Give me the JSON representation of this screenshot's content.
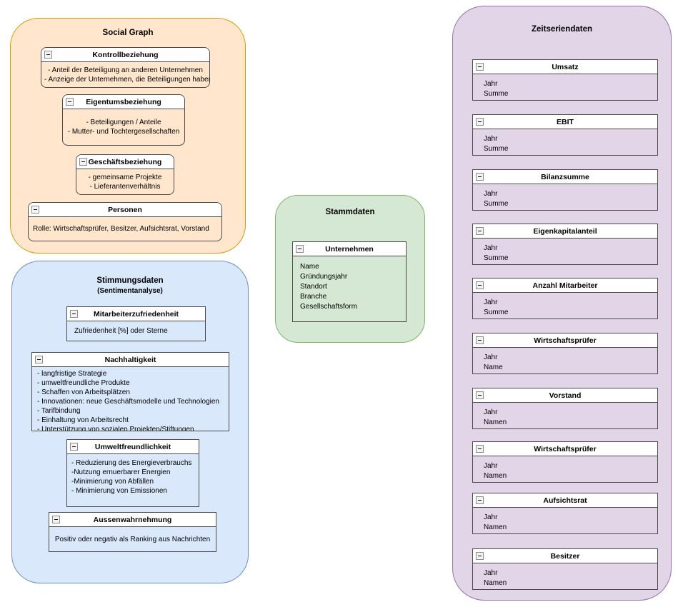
{
  "colors": {
    "social_graph_fill": "#ffe6cc",
    "social_graph_stroke": "#d79b00",
    "stimmungsdaten_fill": "#dae8fc",
    "stimmungsdaten_stroke": "#6c8ebf",
    "stammdaten_fill": "#d5e8d4",
    "stammdaten_stroke": "#82b366",
    "zeitseriendaten_fill": "#e1d5e7",
    "zeitseriendaten_stroke": "#9673a6",
    "entity_title_bg": "#ffffff",
    "entity_stroke": "#4a4a4a"
  },
  "icons": {
    "collapse": "minus-square"
  },
  "containers": {
    "social_graph": {
      "title": "Social Graph",
      "entities": {
        "kontrollbeziehung": {
          "title": "Kontrollbeziehung",
          "lines": [
            "- Anteil der Beteiligung an anderen Unternehmen",
            "- Anzeige der Unternehmen, die Beteiligungen haben"
          ]
        },
        "eigentumsbeziehung": {
          "title": "Eigentumsbeziehung",
          "lines": [
            "- Beteiligungen / Anteile",
            "- Mutter- und Tochtergesellschaften"
          ]
        },
        "geschaeftsbeziehung": {
          "title": "Geschäftsbeziehung",
          "lines": [
            "- gemeinsame Projekte",
            "- Lieferantenverhältnis"
          ]
        },
        "personen": {
          "title": "Personen",
          "lines": [
            "Rolle: Wirtschaftsprüfer, Besitzer, Aufsichtsrat, Vorstand"
          ]
        }
      }
    },
    "stimmungsdaten": {
      "title": "Stimmungsdaten",
      "subtitle": "(Sentimentanalyse)",
      "entities": {
        "mitarbeiterzufriedenheit": {
          "title": "Mitarbeiterzufriedenheit",
          "lines": [
            "Zufriedenheit [%] oder Sterne"
          ]
        },
        "nachhaltigkeit": {
          "title": "Nachhaltigkeit",
          "lines": [
            "- langfristige Strategie",
            "- umweltfreundliche Produkte",
            "- Schaffen von Arbeitsplätzen",
            "- Innovationen: neue Geschäftsmodelle und Technologien",
            "- Tarifbindung",
            "- Einhaltung von Arbeitsrecht",
            "- Unterstützung von sozialen Projekten/Stiftungen"
          ]
        },
        "umweltfreundlichkeit": {
          "title": "Umweltfreundlichkeit",
          "lines": [
            "- Reduzierung des Energieverbrauchs",
            "-Nutzung ernuerbarer Energien",
            "-Minimierung von Abfällen",
            "- Minimierung von Emissionen"
          ]
        },
        "aussenwahrnehmung": {
          "title": "Aussenwahrnehmung",
          "lines": [
            "Positiv oder negativ als Ranking aus Nachrichten"
          ]
        }
      }
    },
    "stammdaten": {
      "title": "Stammdaten",
      "entities": {
        "unternehmen": {
          "title": "Unternehmen",
          "lines": [
            "Name",
            "Gründungsjahr",
            "Standort",
            "Branche",
            "Gesellschaftsform"
          ]
        }
      }
    },
    "zeitseriendaten": {
      "title": "Zeitseriendaten",
      "entities": {
        "umsatz": {
          "title": "Umsatz",
          "lines": [
            "Jahr",
            "Summe"
          ]
        },
        "ebit": {
          "title": "EBIT",
          "lines": [
            "Jahr",
            "Summe"
          ]
        },
        "bilanzsumme": {
          "title": "Bilanzsumme",
          "lines": [
            "Jahr",
            "Summe"
          ]
        },
        "eigenkapitalanteil": {
          "title": "Eigenkapitalanteil",
          "lines": [
            "Jahr",
            "Summe"
          ]
        },
        "anzahl_mitarbeiter": {
          "title": "Anzahl Mitarbeiter",
          "lines": [
            "Jahr",
            "Summe"
          ]
        },
        "wirtschaftspruefer_1": {
          "title": "Wirtschaftsprüfer",
          "lines": [
            "Jahr",
            "Name"
          ]
        },
        "vorstand": {
          "title": "Vorstand",
          "lines": [
            "Jahr",
            "Namen"
          ]
        },
        "wirtschaftspruefer_2": {
          "title": "Wirtschaftsprüfer",
          "lines": [
            "Jahr",
            "Namen"
          ]
        },
        "aufsichtsrat": {
          "title": "Aufsichtsrat",
          "lines": [
            "Jahr",
            "Namen"
          ]
        },
        "besitzer": {
          "title": "Besitzer",
          "lines": [
            "Jahr",
            "Namen"
          ]
        }
      }
    }
  }
}
